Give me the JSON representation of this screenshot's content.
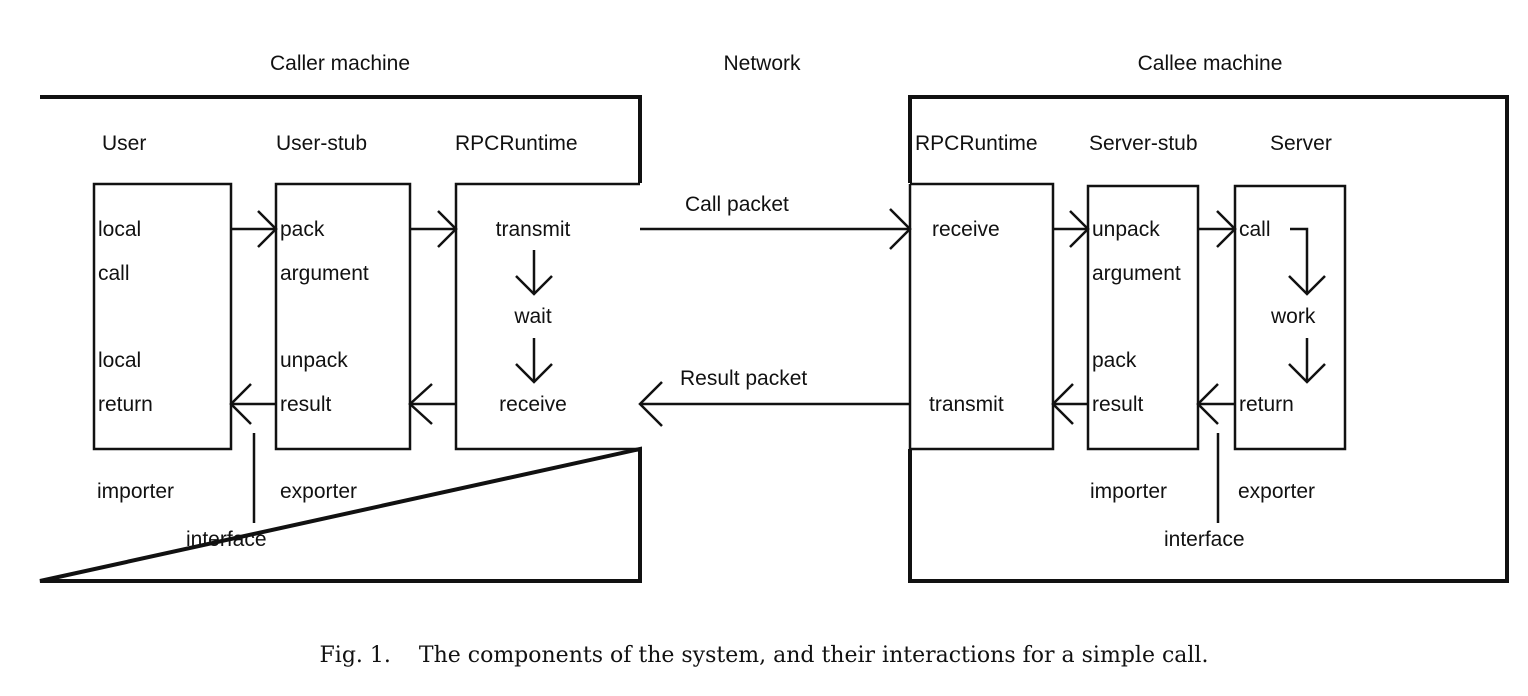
{
  "figure": {
    "caption_number": "Fig. 1.",
    "caption_text": "The components of the system, and their interactions for a simple call."
  },
  "headers": {
    "caller": "Caller machine",
    "network": "Network",
    "callee": "Callee machine"
  },
  "caller": {
    "columns": {
      "user": "User",
      "user_stub": "User-stub",
      "rpc_runtime": "RPCRuntime"
    },
    "user_box": [
      "local",
      "call",
      "local",
      "return"
    ],
    "user_stub_box": [
      "pack",
      "argument",
      "unpack",
      "result"
    ],
    "rpc_box": [
      "transmit",
      "wait",
      "receive"
    ],
    "importer": "importer",
    "exporter": "exporter",
    "interface": "interface"
  },
  "network": {
    "call_packet": "Call packet",
    "result_packet": "Result packet"
  },
  "callee": {
    "columns": {
      "rpc_runtime": "RPCRuntime",
      "server_stub": "Server-stub",
      "server": "Server"
    },
    "rpc_box": [
      "receive",
      "transmit"
    ],
    "server_stub_box": [
      "unpack",
      "argument",
      "pack",
      "result"
    ],
    "server_box": [
      "call",
      "work",
      "return"
    ],
    "importer": "importer",
    "exporter": "exporter",
    "interface": "interface"
  }
}
